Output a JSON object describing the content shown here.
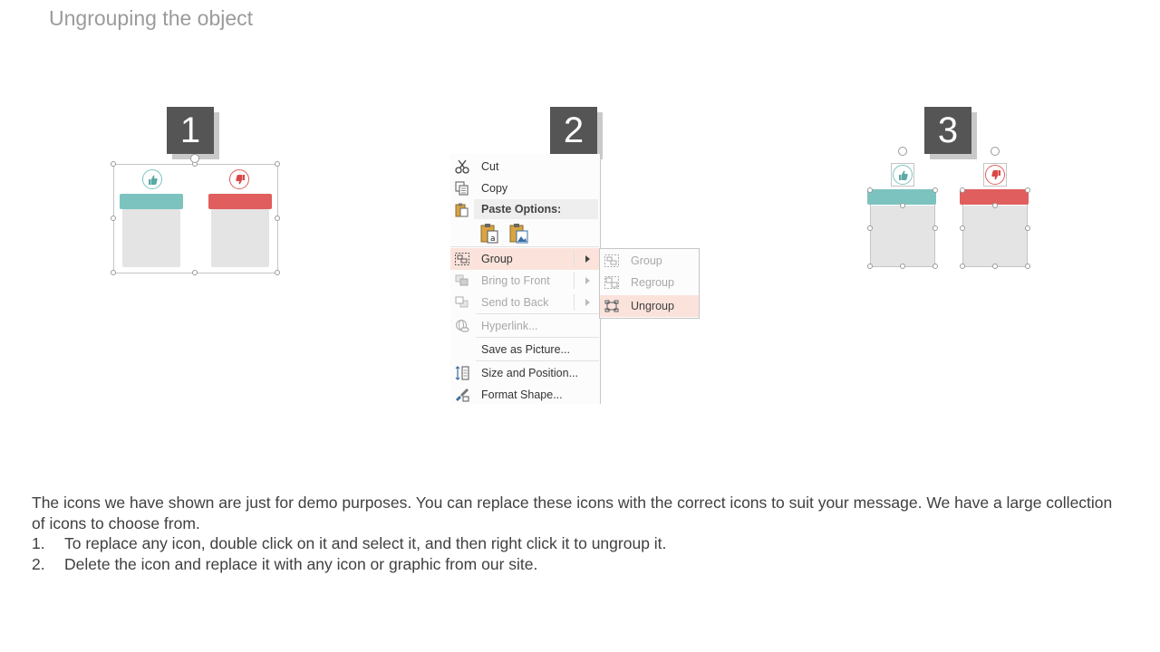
{
  "slide": {
    "title": "Ungrouping the object",
    "steps": [
      "1",
      "2",
      "3"
    ]
  },
  "context_menu": {
    "items": {
      "cut": "Cut",
      "copy": "Copy",
      "paste_options": "Paste Options:",
      "group": "Group",
      "bring_to_front": "Bring to Front",
      "send_to_back": "Send to Back",
      "hyperlink": "Hyperlink...",
      "save_as_picture": "Save as Picture...",
      "size_and_position": "Size and Position...",
      "format_shape": "Format Shape..."
    },
    "submenu": {
      "group": "Group",
      "regroup": "Regroup",
      "ungroup": "Ungroup"
    },
    "highlight_color": "#fbe3dc"
  },
  "colors": {
    "teal": "#7cc3bf",
    "red": "#e15e5e",
    "badge": "#555555",
    "card_body": "#e4e4e4"
  },
  "icons": {
    "like": "thumbs-up-icon",
    "dislike": "thumbs-down-icon"
  },
  "description": {
    "intro": "The icons we have shown are just for demo purposes. You can replace these icons with the correct icons to suit your message. We have a large collection of icons to choose from.",
    "list": [
      {
        "num": "1.",
        "text": "To replace any icon, double click on it and select it, and then right click it to ungroup it."
      },
      {
        "num": "2.",
        "text": "Delete the icon and replace it with any icon or graphic from our site."
      }
    ]
  }
}
